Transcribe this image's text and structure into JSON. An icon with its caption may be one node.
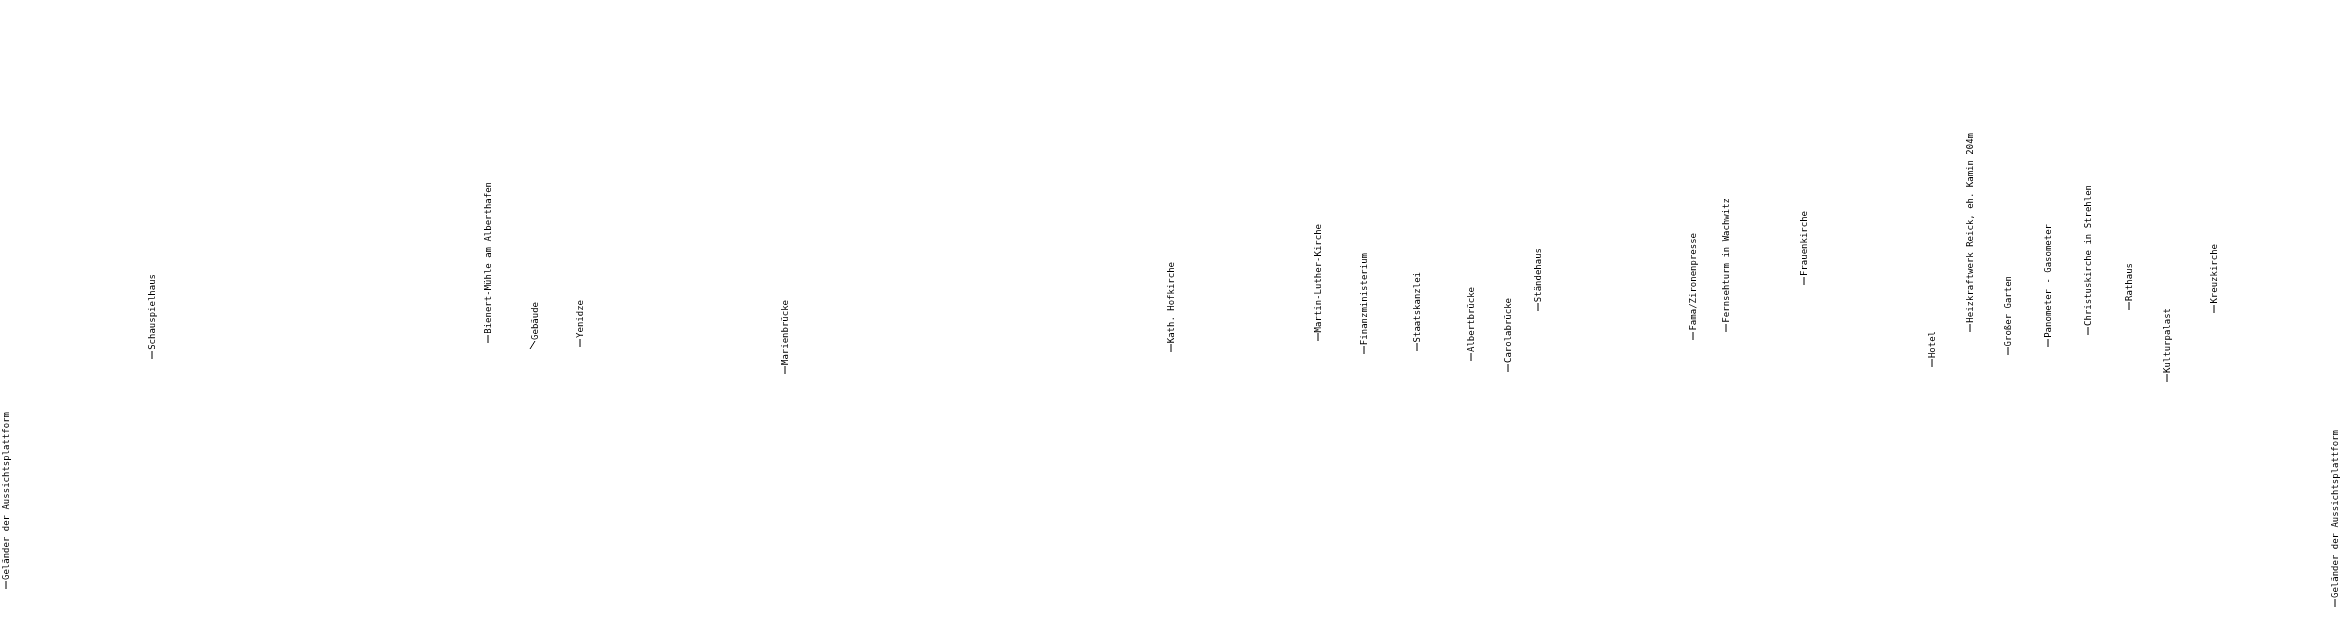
{
  "diagram": {
    "nodes": [
      {
        "text": [
          "Geländer der Aussichtsplattform"
        ]
      },
      {
        "text": [
          "Schauspielhaus"
        ]
      },
      {
        "text": [
          "Bienert-Mühle am Alberthafen"
        ]
      },
      {
        "text": [
          "Gebäude"
        ]
      },
      {
        "text": [
          "Yenidze"
        ]
      },
      {
        "text": [
          "Marienbrücke"
        ]
      },
      {
        "text": [
          "Kath. Hofkirche"
        ]
      },
      {
        "text": [
          "Martin-Luther-Kirche"
        ]
      },
      {
        "text": [
          "Finanzministerium"
        ]
      },
      {
        "text": [
          "Staatskanzlei"
        ]
      },
      {
        "text": [
          "Albertbrücke"
        ]
      },
      {
        "text": [
          "Carolabrücke"
        ]
      },
      {
        "text": [
          "Ständehaus"
        ]
      },
      {
        "text": [
          "Fama/Zironenpresse"
        ]
      },
      {
        "text": [
          "Fernsehturm in Wachwitz"
        ]
      },
      {
        "text": [
          "Frauenkirche"
        ]
      },
      {
        "text": [
          "Hotel"
        ]
      },
      {
        "text": [
          "Heizkraftwerk Reick, eh. Kamin 204m"
        ]
      },
      {
        "text": [
          "Großer Garten"
        ]
      },
      {
        "text": [
          "Panometer - Gasometer"
        ]
      },
      {
        "text": [
          "Christuskirche in Strehlen"
        ]
      },
      {
        "text": [
          "Rathaus"
        ]
      },
      {
        "text": [
          "Kulturpalast"
        ]
      },
      {
        "text": [
          "Kreuzkirche"
        ]
      },
      {
        "text": [
          "Geländer der Aussichtsplattform"
        ]
      }
    ],
    "edges": [
      {
        "from": 0,
        "to": null,
        "arrow": "none"
      },
      {
        "from": 1,
        "to": null,
        "arrow": "none"
      },
      {
        "from": 2,
        "to": null,
        "arrow": "none"
      },
      {
        "from": 3,
        "to": null,
        "arrow": "none"
      },
      {
        "from": 4,
        "to": null,
        "arrow": "none"
      },
      {
        "from": 5,
        "to": null,
        "arrow": "none"
      },
      {
        "from": 6,
        "to": null,
        "arrow": "none"
      },
      {
        "from": 7,
        "to": null,
        "arrow": "none"
      },
      {
        "from": 8,
        "to": null,
        "arrow": "none"
      },
      {
        "from": 9,
        "to": null,
        "arrow": "none"
      },
      {
        "from": 10,
        "to": null,
        "arrow": "none"
      },
      {
        "from": 11,
        "to": null,
        "arrow": "none"
      },
      {
        "from": 12,
        "to": null,
        "arrow": "none"
      },
      {
        "from": 13,
        "to": null,
        "arrow": "none"
      },
      {
        "from": 14,
        "to": null,
        "arrow": "none"
      },
      {
        "from": 15,
        "to": null,
        "arrow": "none"
      },
      {
        "from": 16,
        "to": null,
        "arrow": "none"
      },
      {
        "from": 17,
        "to": null,
        "arrow": "none"
      },
      {
        "from": 18,
        "to": null,
        "arrow": "none"
      },
      {
        "from": 19,
        "to": null,
        "arrow": "none"
      },
      {
        "from": 20,
        "to": null,
        "arrow": "none"
      },
      {
        "from": 21,
        "to": null,
        "arrow": "none"
      },
      {
        "from": 22,
        "to": null,
        "arrow": "none"
      },
      {
        "from": 23,
        "to": null,
        "arrow": "none"
      },
      {
        "from": 24,
        "to": null,
        "arrow": "none"
      }
    ]
  }
}
